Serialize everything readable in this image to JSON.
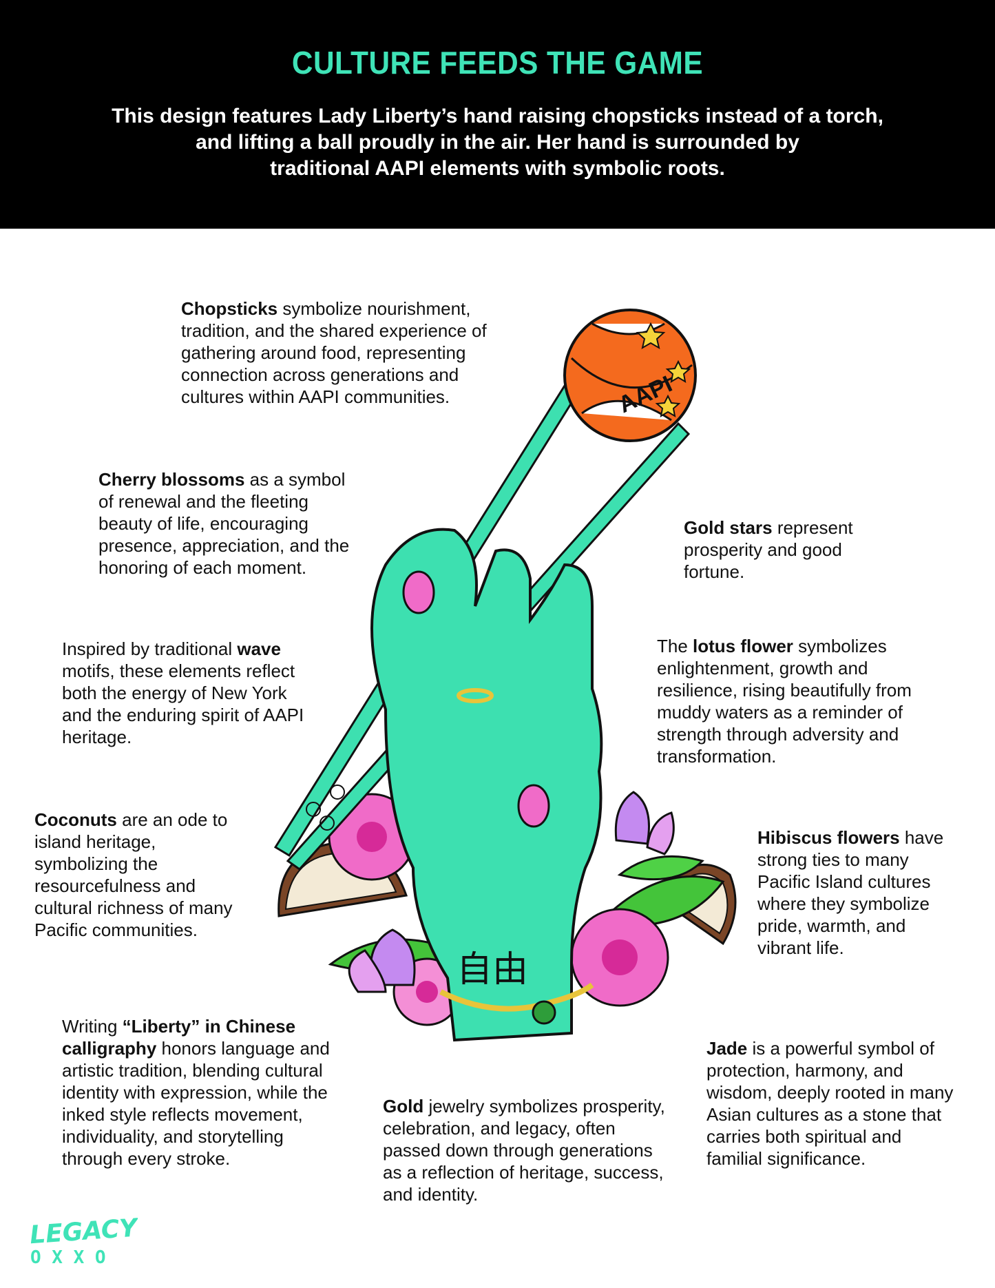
{
  "header": {
    "title": "CULTURE FEEDS THE GAME",
    "subtitle_lines": [
      "This design features Lady Liberty’s hand raising chopsticks instead of a torch,",
      "and  lifting a ball proudly in the air. Her hand is surrounded by",
      "traditional AAPI elements with symbolic roots."
    ]
  },
  "notes": {
    "chopsticks": {
      "pre": "",
      "bold": "Chopsticks",
      "rest": " symbolize nourishment, tradition, and the shared experience of gathering around food, representing connection across generations and cultures within AAPI communities."
    },
    "cherry": {
      "pre": "",
      "bold": "Cherry blossoms",
      "rest": " as a symbol of renewal and the fleeting beauty of life, encouraging presence, appreciation, and the honoring of each moment."
    },
    "wave": {
      "pre": "Inspired by traditional ",
      "bold": "wave",
      "rest": " motifs, these elements reflect both the energy of New York and the enduring spirit of AAPI heritage."
    },
    "coconuts": {
      "pre": "",
      "bold": "Coconuts",
      "rest": " are an ode to island heritage, symbolizing the resourcefulness and cultural richness of many Pacific communities."
    },
    "calligraphy": {
      "pre": "Writing ",
      "bold": "“Liberty” in Chinese calligraphy",
      "rest": " honors language and artistic tradition, blending cultural identity with expression, while the inked style reflects movement, individuality, and storytelling through every stroke."
    },
    "gold": {
      "pre": "",
      "bold": "Gold",
      "rest": " jewelry symbolizes prosperity, celebration, and legacy, often passed down through generations as a reflection of heritage, success, and identity."
    },
    "stars": {
      "pre": "",
      "bold": "Gold stars",
      "rest": " represent prosperity and good fortune."
    },
    "lotus": {
      "pre": "The ",
      "bold": "lotus flower",
      "rest": " symbolizes enlightenment, growth and resilience, rising beautifully from muddy waters as a reminder of strength through adversity and transformation."
    },
    "hibiscus": {
      "pre": "",
      "bold": "Hibiscus flowers",
      "rest": " have strong ties to many Pacific Island cultures where they symbolize pride, warmth, and vibrant life."
    },
    "jade": {
      "pre": "",
      "bold": "Jade",
      "rest": " is a powerful symbol of protection, harmony, and wisdom, deeply rooted in many Asian cultures as a stone that carries both spiritual and familial significance."
    }
  },
  "illustration": {
    "ball_text": "AAPI",
    "tattoo_text": "自由",
    "logo_word": "LEGACY",
    "logo_marks": "O X X O",
    "colors": {
      "hand": "#3de0b0",
      "ball": "#f46a1e",
      "pink": "#f06bc8",
      "lavender": "#c48af0",
      "leaf": "#44c43a",
      "gold": "#e8c43a",
      "coconut": "#7a4526",
      "accent": "#3fe3b7"
    }
  }
}
